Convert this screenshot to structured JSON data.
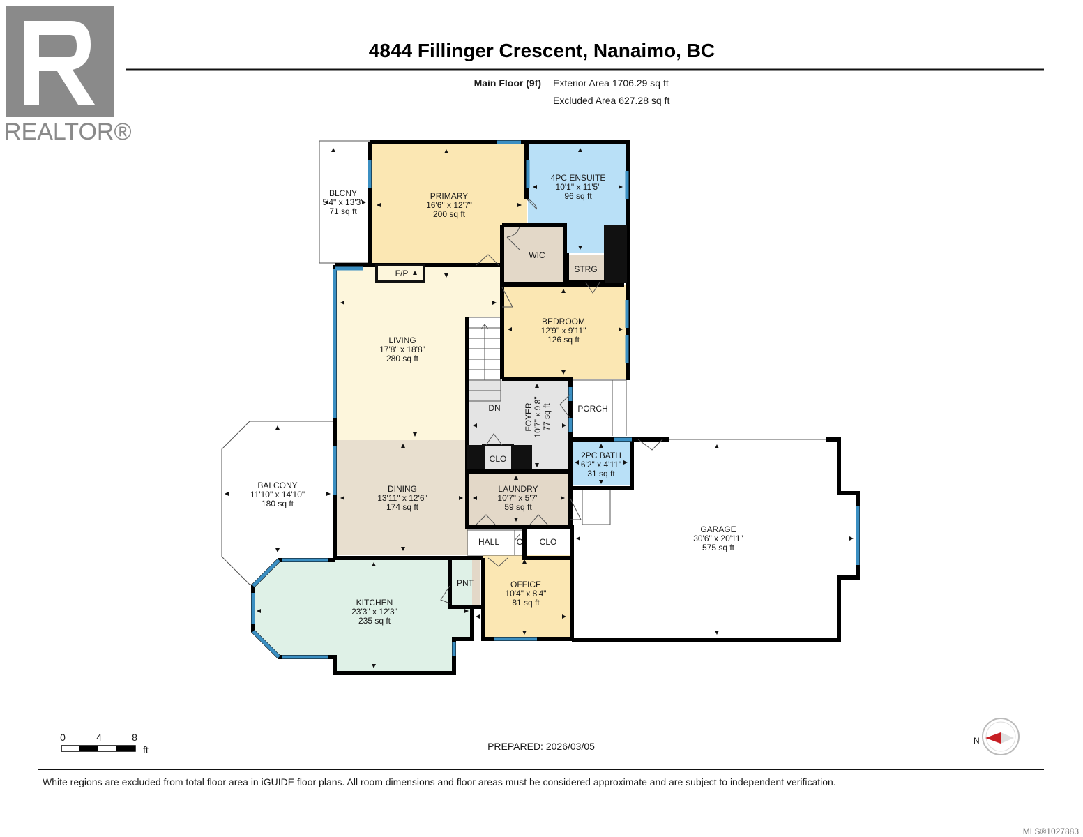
{
  "header": {
    "title": "4844 Fillinger Crescent, Nanaimo, BC",
    "floor_label": "Main Floor (9f)",
    "exterior_area": "Exterior Area 1706.29 sq ft",
    "excluded_area": "Excluded Area 627.28 sq ft"
  },
  "logo": {
    "text": "REALTOR®"
  },
  "rooms": [
    {
      "id": "primary",
      "name": "PRIMARY",
      "dims": "16'6\" x 12'7\"",
      "area": "200 sq ft"
    },
    {
      "id": "ensuite",
      "name": "4PC ENSUITE",
      "dims": "10'1\" x 11'5\"",
      "area": "96 sq ft"
    },
    {
      "id": "blcny",
      "name": "BLCNY",
      "dims": "5'4\" x 13'3\"",
      "area": "71 sq ft"
    },
    {
      "id": "wic",
      "name": "WIC"
    },
    {
      "id": "strg",
      "name": "STRG"
    },
    {
      "id": "fp",
      "name": "F/P"
    },
    {
      "id": "bedroom",
      "name": "BEDROOM",
      "dims": "12'9\" x 9'11\"",
      "area": "126 sq ft"
    },
    {
      "id": "living",
      "name": "LIVING",
      "dims": "17'8\" x 18'8\"",
      "area": "280 sq ft"
    },
    {
      "id": "dn",
      "name": "DN"
    },
    {
      "id": "foyer",
      "name": "FOYER",
      "dims": "10'7\" x 9'8\"",
      "area": "77 sq ft"
    },
    {
      "id": "porch",
      "name": "PORCH"
    },
    {
      "id": "balcony",
      "name": "BALCONY",
      "dims": "11'10\" x 14'10\"",
      "area": "180 sq ft"
    },
    {
      "id": "dining",
      "name": "DINING",
      "dims": "13'11\" x 12'6\"",
      "area": "174 sq ft"
    },
    {
      "id": "clo1",
      "name": "CLO"
    },
    {
      "id": "bath2",
      "name": "2PC BATH",
      "dims": "6'2\" x 4'11\"",
      "area": "31 sq ft"
    },
    {
      "id": "laundry",
      "name": "LAUNDRY",
      "dims": "10'7\" x 5'7\"",
      "area": "59 sq ft"
    },
    {
      "id": "garage",
      "name": "GARAGE",
      "dims": "30'6\" x 20'11\"",
      "area": "575 sq ft"
    },
    {
      "id": "hall",
      "name": "HALL"
    },
    {
      "id": "c",
      "name": "C"
    },
    {
      "id": "clo2",
      "name": "CLO"
    },
    {
      "id": "pnt",
      "name": "PNT"
    },
    {
      "id": "office",
      "name": "OFFICE",
      "dims": "10'4\" x 8'4\"",
      "area": "81 sq ft"
    },
    {
      "id": "kitchen",
      "name": "KITCHEN",
      "dims": "23'3\" x 12'3\"",
      "area": "235 sq ft"
    }
  ],
  "scale": {
    "ticks": [
      "0",
      "4",
      "8"
    ],
    "unit": "ft"
  },
  "prepared": "PREPARED: 2026/03/05",
  "compass": {
    "label": "N"
  },
  "footer": {
    "disclaimer": "White regions are excluded from total floor area in iGUIDE floor plans. All room dimensions and floor areas must be considered approximate and are subject to independent verification.",
    "mls": "MLS®1027883"
  },
  "colors": {
    "bedroom": "#fbe7b3",
    "bathroom": "#b9e0f7",
    "storage": "#e3d8c8",
    "living": "#fdf6dc",
    "dining": "#e8dfcf",
    "kitchen": "#dff1e7",
    "foyer": "#e4e4e4",
    "window": "#3b8fc2"
  }
}
